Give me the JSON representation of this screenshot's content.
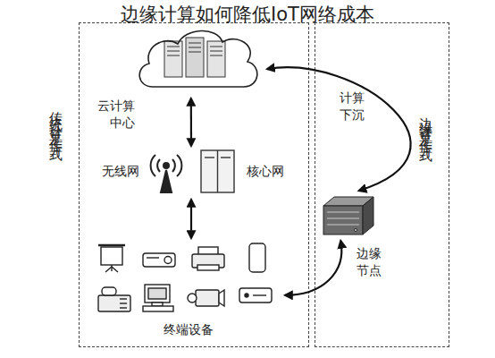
{
  "diagram": {
    "title": "边缘计算如何降低IoT网络成本",
    "nodes": [
      {
        "text": [
          "传统云计算工作方式"
        ]
      },
      {
        "text": [
          "云计算 中心"
        ],
        "in": 0
      },
      {
        "text": [
          "无线网",
          "核心网"
        ],
        "in": 0
      },
      {
        "text": [
          "终端设备"
        ],
        "in": 0
      },
      {
        "text": [
          "边缘计算工作方式"
        ]
      },
      {
        "text": [
          "边缘 节点"
        ],
        "in": 4
      }
    ],
    "edges": [
      {
        "from": 1,
        "to": 2,
        "arrow": "both"
      },
      {
        "from": 2,
        "to": 3,
        "arrow": "both"
      },
      {
        "from": 1,
        "to": 5,
        "label": "计算 下沉",
        "arrow": "both"
      },
      {
        "from": 5,
        "to": 3,
        "arrow": "both"
      }
    ]
  }
}
